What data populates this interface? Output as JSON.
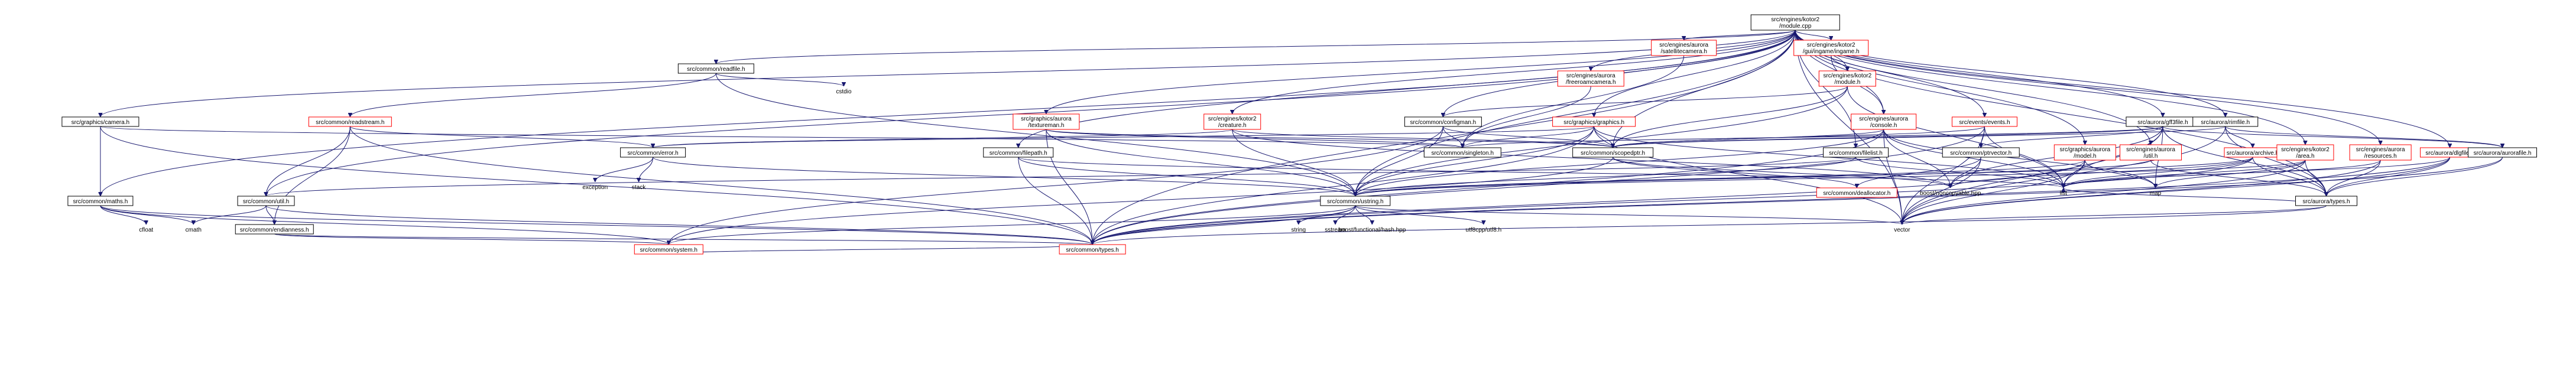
{
  "colors": {
    "edge": "#191970",
    "node_border_normal": "#000000",
    "node_border_incomplete": "#ff0000",
    "root_fill": "#bfbfbf",
    "background": "#ffffff"
  },
  "nodes": [
    {
      "id": "root",
      "lines": [
        "src/engines/kotor2",
        "/module.cpp"
      ],
      "style": "root"
    },
    {
      "id": "satcam",
      "lines": [
        "src/engines/aurora",
        "/satellitecamera.h"
      ],
      "style": "incomplete"
    },
    {
      "id": "ingame",
      "lines": [
        "src/engines/kotor2",
        "/gui/ingame/ingame.h"
      ],
      "style": "incomplete"
    },
    {
      "id": "freecam",
      "lines": [
        "src/engines/aurora",
        "/freeroamcamera.h"
      ],
      "style": "incomplete"
    },
    {
      "id": "k2module",
      "lines": [
        "src/engines/kotor2",
        "/module.h"
      ],
      "style": "incomplete"
    },
    {
      "id": "readfile",
      "lines": [
        "src/common/readfile.h"
      ],
      "style": "normal"
    },
    {
      "id": "cstdio",
      "lines": [
        "cstdio"
      ],
      "style": "plain"
    },
    {
      "id": "camera",
      "lines": [
        "src/graphics/camera.h"
      ],
      "style": "normal"
    },
    {
      "id": "readstream",
      "lines": [
        "src/common/readstream.h"
      ],
      "style": "incomplete"
    },
    {
      "id": "texman",
      "lines": [
        "src/graphics/aurora",
        "/textureman.h"
      ],
      "style": "incomplete"
    },
    {
      "id": "creature",
      "lines": [
        "src/engines/kotor2",
        "/creature.h"
      ],
      "style": "incomplete"
    },
    {
      "id": "configman",
      "lines": [
        "src/common/configman.h"
      ],
      "style": "normal"
    },
    {
      "id": "graphics",
      "lines": [
        "src/graphics/graphics.h"
      ],
      "style": "incomplete"
    },
    {
      "id": "console",
      "lines": [
        "src/engines/aurora",
        "/console.h"
      ],
      "style": "incomplete"
    },
    {
      "id": "events",
      "lines": [
        "src/events/events.h"
      ],
      "style": "incomplete"
    },
    {
      "id": "gff3file",
      "lines": [
        "src/aurora/gff3file.h"
      ],
      "style": "normal"
    },
    {
      "id": "rimfile",
      "lines": [
        "src/aurora/rimfile.h"
      ],
      "style": "normal"
    },
    {
      "id": "error",
      "lines": [
        "src/common/error.h"
      ],
      "style": "normal"
    },
    {
      "id": "singleton",
      "lines": [
        "src/common/singleton.h"
      ],
      "style": "normal"
    },
    {
      "id": "scopedptr",
      "lines": [
        "src/common/scopedptr.h"
      ],
      "style": "normal"
    },
    {
      "id": "filepath",
      "lines": [
        "src/common/filepath.h"
      ],
      "style": "normal"
    },
    {
      "id": "filelist",
      "lines": [
        "src/common/filelist.h"
      ],
      "style": "normal"
    },
    {
      "id": "ptrvector",
      "lines": [
        "src/common/ptrvector.h"
      ],
      "style": "normal"
    },
    {
      "id": "gmodel",
      "lines": [
        "src/graphics/aurora",
        "/model.h"
      ],
      "style": "incomplete"
    },
    {
      "id": "auroautil",
      "lines": [
        "src/engines/aurora",
        "/util.h"
      ],
      "style": "incomplete"
    },
    {
      "id": "archive",
      "lines": [
        "src/aurora/archive.h"
      ],
      "style": "incomplete"
    },
    {
      "id": "area",
      "lines": [
        "src/engines/kotor2",
        "/area.h"
      ],
      "style": "incomplete"
    },
    {
      "id": "resources",
      "lines": [
        "src/engines/aurora",
        "/resources.h"
      ],
      "style": "incomplete"
    },
    {
      "id": "dlgfile",
      "lines": [
        "src/aurora/dlgfile.h"
      ],
      "style": "incomplete"
    },
    {
      "id": "aurorafile",
      "lines": [
        "src/aurora/aurorafile.h"
      ],
      "style": "normal"
    },
    {
      "id": "exception",
      "lines": [
        "exception"
      ],
      "style": "plain"
    },
    {
      "id": "stack",
      "lines": [
        "stack"
      ],
      "style": "plain"
    },
    {
      "id": "maths",
      "lines": [
        "src/common/maths.h"
      ],
      "style": "normal"
    },
    {
      "id": "cutil",
      "lines": [
        "src/common/util.h"
      ],
      "style": "normal"
    },
    {
      "id": "ustring",
      "lines": [
        "src/common/ustring.h"
      ],
      "style": "normal"
    },
    {
      "id": "dealloc",
      "lines": [
        "src/common/deallocator.h"
      ],
      "style": "incomplete"
    },
    {
      "id": "noncopy",
      "lines": [
        "boost/noncopyable.hpp"
      ],
      "style": "plain"
    },
    {
      "id": "list",
      "lines": [
        "list"
      ],
      "style": "plain"
    },
    {
      "id": "map",
      "lines": [
        "map"
      ],
      "style": "plain"
    },
    {
      "id": "types_a",
      "lines": [
        "src/aurora/types.h"
      ],
      "style": "normal"
    },
    {
      "id": "cfloat",
      "lines": [
        "cfloat"
      ],
      "style": "plain"
    },
    {
      "id": "cmath",
      "lines": [
        "cmath"
      ],
      "style": "plain"
    },
    {
      "id": "endian",
      "lines": [
        "src/common/endianness.h"
      ],
      "style": "normal"
    },
    {
      "id": "string",
      "lines": [
        "string"
      ],
      "style": "plain"
    },
    {
      "id": "sstream",
      "lines": [
        "sstream"
      ],
      "style": "plain"
    },
    {
      "id": "hash",
      "lines": [
        "boost/functional/hash.hpp"
      ],
      "style": "plain"
    },
    {
      "id": "utf8",
      "lines": [
        "utf8cpp/utf8.h"
      ],
      "style": "plain"
    },
    {
      "id": "vector",
      "lines": [
        "vector"
      ],
      "style": "plain"
    },
    {
      "id": "system",
      "lines": [
        "src/common/system.h"
      ],
      "style": "incomplete"
    },
    {
      "id": "ctypes",
      "lines": [
        "src/common/types.h"
      ],
      "style": "incomplete"
    }
  ],
  "edges": [
    [
      "root",
      "satcam"
    ],
    [
      "root",
      "ingame"
    ],
    [
      "root",
      "freecam"
    ],
    [
      "root",
      "k2module"
    ],
    [
      "root",
      "readfile"
    ],
    [
      "root",
      "camera"
    ],
    [
      "root",
      "texman"
    ],
    [
      "root",
      "creature"
    ],
    [
      "root",
      "configman"
    ],
    [
      "root",
      "graphics"
    ],
    [
      "root",
      "console"
    ],
    [
      "root",
      "events"
    ],
    [
      "root",
      "gff3file"
    ],
    [
      "root",
      "rimfile"
    ],
    [
      "root",
      "scopedptr"
    ],
    [
      "root",
      "filepath"
    ],
    [
      "root",
      "filelist"
    ],
    [
      "root",
      "gmodel"
    ],
    [
      "root",
      "auroautil"
    ],
    [
      "root",
      "area"
    ],
    [
      "root",
      "resources"
    ],
    [
      "root",
      "dlgfile"
    ],
    [
      "root",
      "maths"
    ],
    [
      "root",
      "cutil"
    ],
    [
      "root",
      "ustring"
    ],
    [
      "root",
      "types_a"
    ],
    [
      "root",
      "ctypes"
    ],
    [
      "root",
      "vector"
    ],
    [
      "satcam",
      "singleton"
    ],
    [
      "ingame",
      "k2module"
    ],
    [
      "ingame",
      "console"
    ],
    [
      "freecam",
      "singleton"
    ],
    [
      "k2module",
      "configman"
    ],
    [
      "k2module",
      "scopedptr"
    ],
    [
      "k2module",
      "ustring"
    ],
    [
      "k2module",
      "list"
    ],
    [
      "readfile",
      "cstdio"
    ],
    [
      "readfile",
      "readstream"
    ],
    [
      "readfile",
      "ustring"
    ],
    [
      "camera",
      "maths"
    ],
    [
      "camera",
      "singleton"
    ],
    [
      "camera",
      "ctypes"
    ],
    [
      "readstream",
      "error"
    ],
    [
      "readstream",
      "cutil"
    ],
    [
      "readstream",
      "endian"
    ],
    [
      "readstream",
      "ctypes"
    ],
    [
      "texman",
      "ustring"
    ],
    [
      "texman",
      "singleton"
    ],
    [
      "texman",
      "scopedptr"
    ],
    [
      "texman",
      "ctypes"
    ],
    [
      "creature",
      "error"
    ],
    [
      "creature",
      "ustring"
    ],
    [
      "creature",
      "scopedptr"
    ],
    [
      "creature",
      "noncopy"
    ],
    [
      "configman",
      "ustring"
    ],
    [
      "configman",
      "singleton"
    ],
    [
      "configman",
      "scopedptr"
    ],
    [
      "configman",
      "system"
    ],
    [
      "graphics",
      "ustring"
    ],
    [
      "graphics",
      "singleton"
    ],
    [
      "graphics",
      "scopedptr"
    ],
    [
      "graphics",
      "list"
    ],
    [
      "graphics",
      "vector"
    ],
    [
      "graphics",
      "ctypes"
    ],
    [
      "graphics",
      "error"
    ],
    [
      "console",
      "scopedptr"
    ],
    [
      "console",
      "ustring"
    ],
    [
      "console",
      "noncopy"
    ],
    [
      "console",
      "list"
    ],
    [
      "console",
      "vector"
    ],
    [
      "console",
      "map"
    ],
    [
      "console",
      "ctypes"
    ],
    [
      "events",
      "ptrvector"
    ],
    [
      "events",
      "list"
    ],
    [
      "events",
      "vector"
    ],
    [
      "events",
      "ctypes"
    ],
    [
      "events",
      "scopedptr"
    ],
    [
      "gff3file",
      "scopedptr"
    ],
    [
      "gff3file",
      "ptrvector"
    ],
    [
      "gff3file",
      "noncopy"
    ],
    [
      "gff3file",
      "map"
    ],
    [
      "gff3file",
      "vector"
    ],
    [
      "gff3file",
      "types_a"
    ],
    [
      "gff3file",
      "aurorafile"
    ],
    [
      "gff3file",
      "list"
    ],
    [
      "gff3file",
      "singleton"
    ],
    [
      "rimfile",
      "archive"
    ],
    [
      "rimfile",
      "types_a"
    ],
    [
      "rimfile",
      "vector"
    ],
    [
      "rimfile",
      "aurorafile"
    ],
    [
      "rimfile",
      "scopedptr"
    ],
    [
      "error",
      "exception"
    ],
    [
      "error",
      "stack"
    ],
    [
      "error",
      "ustring"
    ],
    [
      "scopedptr",
      "noncopy"
    ],
    [
      "scopedptr",
      "dealloc"
    ],
    [
      "scopedptr",
      "system"
    ],
    [
      "filepath",
      "ustring"
    ],
    [
      "filepath",
      "list"
    ],
    [
      "filepath",
      "ctypes"
    ],
    [
      "filelist",
      "ustring"
    ],
    [
      "filelist",
      "list"
    ],
    [
      "filelist",
      "cutil"
    ],
    [
      "ptrvector",
      "dealloc"
    ],
    [
      "ptrvector",
      "vector"
    ],
    [
      "ptrvector",
      "noncopy"
    ],
    [
      "gmodel",
      "list"
    ],
    [
      "gmodel",
      "map"
    ],
    [
      "gmodel",
      "vector"
    ],
    [
      "gmodel",
      "ustring"
    ],
    [
      "gmodel",
      "ctypes"
    ],
    [
      "auroautil",
      "types_a"
    ],
    [
      "auroautil",
      "ustring"
    ],
    [
      "archive",
      "list"
    ],
    [
      "archive",
      "types_a"
    ],
    [
      "archive",
      "ustring"
    ],
    [
      "archive",
      "noncopy"
    ],
    [
      "archive",
      "ctypes"
    ],
    [
      "area",
      "list"
    ],
    [
      "area",
      "map"
    ],
    [
      "area",
      "vector"
    ],
    [
      "area",
      "types_a"
    ],
    [
      "area",
      "ustring"
    ],
    [
      "resources",
      "types_a"
    ],
    [
      "resources",
      "vector"
    ],
    [
      "resources",
      "list"
    ],
    [
      "dlgfile",
      "types_a"
    ],
    [
      "dlgfile",
      "vector"
    ],
    [
      "dlgfile",
      "ctypes"
    ],
    [
      "dlgfile",
      "list"
    ],
    [
      "aurorafile",
      "ctypes"
    ],
    [
      "aurorafile",
      "types_a"
    ],
    [
      "maths",
      "cfloat"
    ],
    [
      "maths",
      "cmath"
    ],
    [
      "maths",
      "ctypes"
    ],
    [
      "maths",
      "system"
    ],
    [
      "cutil",
      "cmath"
    ],
    [
      "cutil",
      "endian"
    ],
    [
      "cutil",
      "ctypes"
    ],
    [
      "ustring",
      "string"
    ],
    [
      "ustring",
      "sstream"
    ],
    [
      "ustring",
      "hash"
    ],
    [
      "ustring",
      "utf8"
    ],
    [
      "ustring",
      "vector"
    ],
    [
      "ustring",
      "ctypes"
    ],
    [
      "ustring",
      "system"
    ],
    [
      "types_a",
      "vector"
    ],
    [
      "types_a",
      "ctypes"
    ],
    [
      "types_a",
      "list"
    ],
    [
      "endian",
      "ctypes"
    ],
    [
      "endian",
      "system"
    ],
    [
      "system",
      "ctypes"
    ]
  ]
}
